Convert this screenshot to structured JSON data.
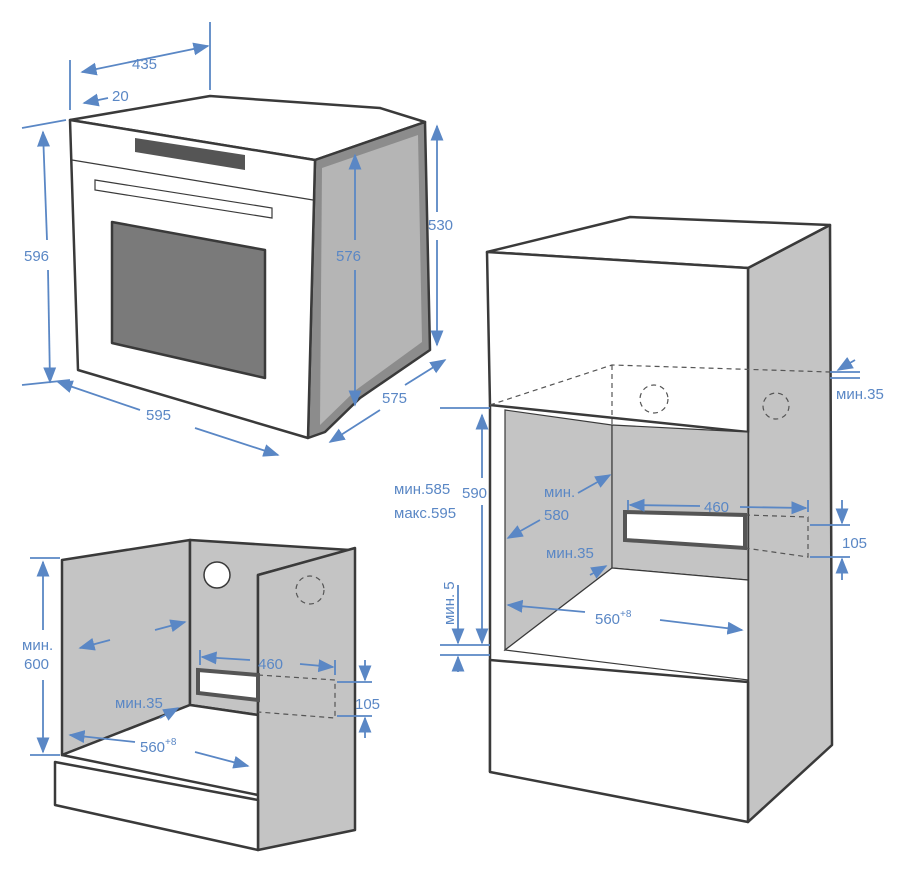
{
  "oven": {
    "depth_top": "435",
    "front_offset": "20",
    "height": "596",
    "body_height": "576",
    "side_height": "530",
    "width": "595",
    "body_depth": "575"
  },
  "tall_cabinet": {
    "top_gap": "мин.35",
    "niche_height_min": "мин.585",
    "niche_height_max": "макс.595",
    "niche_height": "590",
    "depth_label_min": "мин.",
    "depth": "580",
    "vent_width": "460",
    "vent_height": "105",
    "rear_gap": "мин.35",
    "bottom_gap": "мин. 5",
    "niche_width": "560",
    "niche_width_tolerance": "+8"
  },
  "under_counter": {
    "height_min": "мин.",
    "height": "600",
    "vent_width": "460",
    "rear_gap": "мин.35",
    "vent_height": "105",
    "niche_width": "560",
    "niche_width_tolerance": "+8"
  },
  "colors": {
    "dimension": "#5a87c5",
    "panel": "#c4c4c4",
    "outline": "#3a3a3a"
  }
}
